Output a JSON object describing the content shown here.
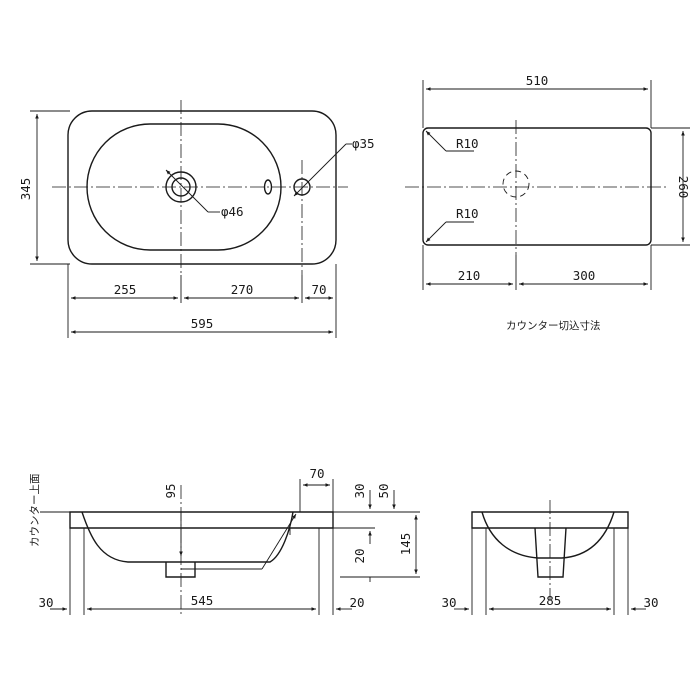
{
  "top_view": {
    "dim_width_total": "595",
    "dim_height": "345",
    "dim_left_to_drain": "255",
    "dim_drain_to_tap": "270",
    "dim_tap_to_edge": "70",
    "drain_diameter": "φ46",
    "tap_hole_diameter": "φ35"
  },
  "cutout_view": {
    "dim_width": "510",
    "dim_height": "260",
    "radius_top": "R10",
    "radius_bottom": "R10",
    "dim_left": "210",
    "dim_right": "300",
    "caption": "カウンター切込寸法"
  },
  "front_section": {
    "counter_top_label": "カウンター上面",
    "dim_top_offset": "70",
    "dim_drain_depth": "95",
    "dim_rim_30": "30",
    "dim_rim_50": "50",
    "dim_total_depth": "145",
    "dim_lower_20": "20",
    "dim_left_30": "30",
    "dim_inner_width": "545",
    "dim_right_20": "20"
  },
  "side_section": {
    "dim_left_30": "30",
    "dim_inner_width": "285",
    "dim_right_30": "30"
  }
}
